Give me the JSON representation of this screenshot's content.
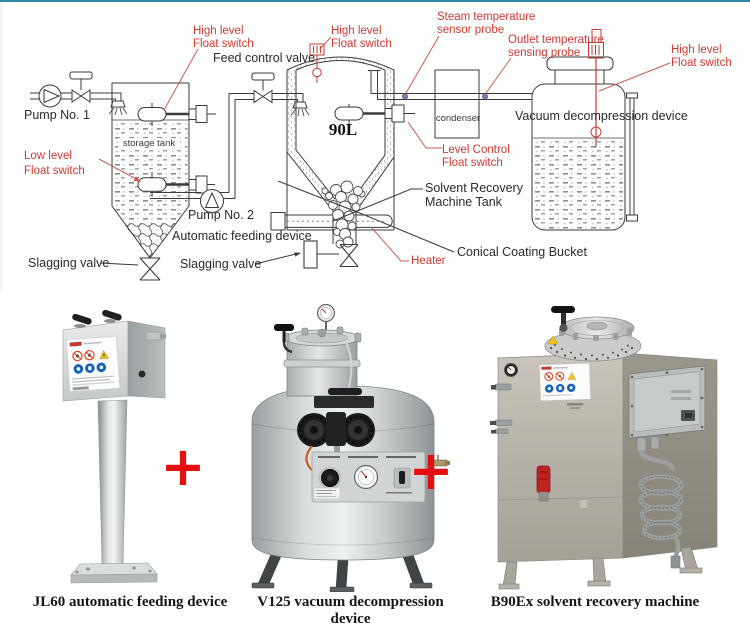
{
  "colors": {
    "label_red": "#cd3b32",
    "line_dark": "#3a3a3a",
    "divider_teal": "#2f86ab",
    "plus_red": "#e60f0f"
  },
  "schematic": {
    "pump1": "Pump No. 1",
    "feed_control_valve": "Feed control valve",
    "storage_tank": "storage tank",
    "pump2": "Pump No. 2",
    "automatic_feeding_device": "Automatic feeding device",
    "slagging_valve_left": "Slagging valve",
    "slagging_valve_center": "Slagging valve",
    "tank_volume": "90L",
    "condenser": "condenser",
    "vacuum_device": "Vacuum decompression device",
    "recovery_tank_line1": "Solvent Recovery",
    "recovery_tank_line2": "Machine Tank",
    "conical_bucket": "Conical Coating Bucket",
    "heater": "Heater",
    "storage_high_line1": "High level",
    "storage_high_line2": "Float switch",
    "storage_low_line1": "Low level",
    "storage_low_line2": "Float switch",
    "tank_high_line1": "High level",
    "tank_high_line2": "Float switch",
    "steam_line1": "Steam temperature",
    "steam_line2": "sensor probe",
    "outlet_line1": "Outlet temperature",
    "outlet_line2": "sensing probe",
    "level_control_line1": "Level Control",
    "level_control_line2": "Float switch",
    "vacuum_high_line1": "High level",
    "vacuum_high_line2": "Float switch"
  },
  "products": {
    "plus": "+",
    "items": [
      {
        "caption": "JL60 automatic feeding device"
      },
      {
        "caption": "V125 vacuum decompression device"
      },
      {
        "caption": "B90Ex solvent recovery machine"
      }
    ]
  }
}
